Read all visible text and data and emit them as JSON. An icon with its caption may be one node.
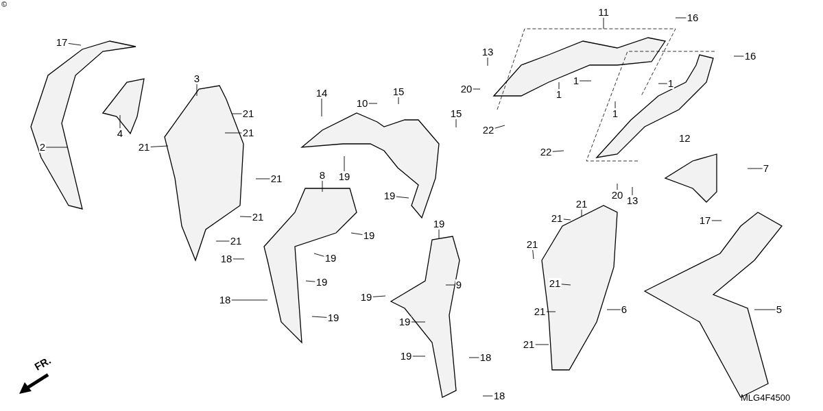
{
  "diagram": {
    "nodes": [
      {
        "text": [
          "17"
        ]
      },
      {
        "text": [
          "2"
        ]
      },
      {
        "text": [
          "4"
        ]
      },
      {
        "text": [
          "3"
        ]
      },
      {
        "text": [
          "21"
        ]
      },
      {
        "text": [
          "21"
        ]
      },
      {
        "text": [
          "21"
        ]
      },
      {
        "text": [
          "21"
        ]
      },
      {
        "text": [
          "21"
        ]
      },
      {
        "text": [
          "21"
        ]
      },
      {
        "text": [
          "18"
        ]
      },
      {
        "text": [
          "18"
        ]
      },
      {
        "text": [
          "8"
        ]
      },
      {
        "text": [
          "14"
        ]
      },
      {
        "text": [
          "10"
        ]
      },
      {
        "text": [
          "15"
        ]
      },
      {
        "text": [
          "15"
        ]
      },
      {
        "text": [
          "19"
        ]
      },
      {
        "text": [
          "19"
        ]
      },
      {
        "text": [
          "19"
        ]
      },
      {
        "text": [
          "19"
        ]
      },
      {
        "text": [
          "19"
        ]
      },
      {
        "text": [
          "19"
        ]
      },
      {
        "text": [
          "19"
        ]
      },
      {
        "text": [
          "9"
        ]
      },
      {
        "text": [
          "19"
        ]
      },
      {
        "text": [
          "19"
        ]
      },
      {
        "text": [
          "19"
        ]
      },
      {
        "text": [
          "18"
        ]
      },
      {
        "text": [
          "18"
        ]
      },
      {
        "text": [
          "11"
        ]
      },
      {
        "text": [
          "16"
        ]
      },
      {
        "text": [
          "13"
        ]
      },
      {
        "text": [
          "20"
        ]
      },
      {
        "text": [
          "1"
        ]
      },
      {
        "text": [
          "1"
        ]
      },
      {
        "text": [
          "1"
        ]
      },
      {
        "text": [
          "1"
        ]
      },
      {
        "text": [
          "22"
        ]
      },
      {
        "text": [
          "16"
        ]
      },
      {
        "text": [
          "22"
        ]
      },
      {
        "text": [
          "7"
        ]
      },
      {
        "text": [
          "20"
        ]
      },
      {
        "text": [
          "13"
        ]
      },
      {
        "text": [
          "17"
        ]
      },
      {
        "text": [
          "21"
        ]
      },
      {
        "text": [
          "21"
        ]
      },
      {
        "text": [
          "21"
        ]
      },
      {
        "text": [
          "21"
        ]
      },
      {
        "text": [
          "21"
        ]
      },
      {
        "text": [
          "21"
        ]
      },
      {
        "text": [
          "6"
        ]
      },
      {
        "text": [
          "5"
        ]
      }
    ],
    "edges": [
      {
        "from": 0,
        "to": null,
        "arrow": "none"
      },
      {
        "from": 1,
        "to": null,
        "arrow": "none"
      },
      {
        "from": 2,
        "to": null,
        "arrow": "none"
      },
      {
        "from": 3,
        "to": null,
        "arrow": "none"
      },
      {
        "from": 4,
        "to": null,
        "arrow": "none"
      },
      {
        "from": 5,
        "to": null,
        "arrow": "none"
      },
      {
        "from": 6,
        "to": null,
        "arrow": "none"
      },
      {
        "from": 7,
        "to": null,
        "arrow": "none"
      },
      {
        "from": 8,
        "to": null,
        "arrow": "none"
      },
      {
        "from": 9,
        "to": null,
        "arrow": "none"
      },
      {
        "from": 10,
        "to": null,
        "arrow": "none"
      },
      {
        "from": 11,
        "to": null,
        "arrow": "none"
      },
      {
        "from": 12,
        "to": null,
        "arrow": "none"
      },
      {
        "from": 13,
        "to": null,
        "arrow": "none"
      },
      {
        "from": 14,
        "to": null,
        "arrow": "none"
      },
      {
        "from": 15,
        "to": null,
        "arrow": "none"
      },
      {
        "from": 16,
        "to": null,
        "arrow": "none"
      },
      {
        "from": 17,
        "to": null,
        "arrow": "none"
      },
      {
        "from": 18,
        "to": null,
        "arrow": "none"
      },
      {
        "from": 19,
        "to": null,
        "arrow": "none"
      },
      {
        "from": 20,
        "to": null,
        "arrow": "none"
      },
      {
        "from": 21,
        "to": null,
        "arrow": "none"
      },
      {
        "from": 22,
        "to": null,
        "arrow": "none"
      },
      {
        "from": 23,
        "to": null,
        "arrow": "none"
      },
      {
        "from": 24,
        "to": null,
        "arrow": "none"
      },
      {
        "from": 25,
        "to": null,
        "arrow": "none"
      },
      {
        "from": 26,
        "to": null,
        "arrow": "none"
      },
      {
        "from": 27,
        "to": null,
        "arrow": "none"
      },
      {
        "from": 28,
        "to": null,
        "arrow": "none"
      },
      {
        "from": 29,
        "to": null,
        "arrow": "none"
      },
      {
        "from": 30,
        "to": null,
        "arrow": "none"
      },
      {
        "from": 31,
        "to": null,
        "arrow": "none"
      },
      {
        "from": 32,
        "to": null,
        "arrow": "none"
      },
      {
        "from": 33,
        "to": null,
        "arrow": "none"
      },
      {
        "from": 34,
        "to": null,
        "arrow": "none"
      },
      {
        "from": 35,
        "to": null,
        "arrow": "none"
      },
      {
        "from": 36,
        "to": null,
        "arrow": "none"
      },
      {
        "from": 37,
        "to": null,
        "arrow": "none"
      },
      {
        "from": 38,
        "to": null,
        "arrow": "none"
      },
      {
        "from": 39,
        "to": null,
        "arrow": "none"
      },
      {
        "from": 40,
        "to": null,
        "arrow": "none"
      },
      {
        "from": 41,
        "to": null,
        "arrow": "none"
      },
      {
        "from": 42,
        "to": null,
        "arrow": "none"
      },
      {
        "from": 43,
        "to": null,
        "arrow": "none"
      },
      {
        "from": 44,
        "to": null,
        "arrow": "none"
      },
      {
        "from": 45,
        "to": null,
        "arrow": "none"
      },
      {
        "from": 46,
        "to": null,
        "arrow": "none"
      },
      {
        "from": 47,
        "to": null,
        "arrow": "none"
      },
      {
        "from": 48,
        "to": null,
        "arrow": "none"
      },
      {
        "from": 49,
        "to": null,
        "arrow": "none"
      },
      {
        "from": 50,
        "to": null,
        "arrow": "none"
      },
      {
        "from": 51,
        "to": null,
        "arrow": "none"
      },
      {
        "from": 52,
        "to": null,
        "arrow": "none"
      }
    ],
    "labels": [
      "©",
      "12",
      "FR.",
      "MLG4F4500"
    ]
  }
}
